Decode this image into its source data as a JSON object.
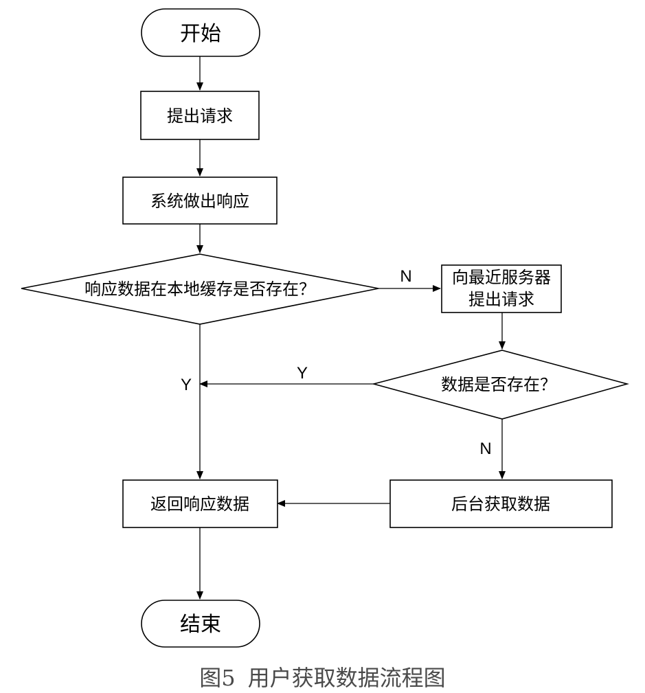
{
  "nodes": {
    "start": "开始",
    "request": "提出请求",
    "respond": "系统做出响应",
    "cache_check": "响应数据在本地缓存是否存在？",
    "nearest_server_line1": "向最近服务器",
    "nearest_server_line2": "提出请求",
    "data_exists": "数据是否存在？",
    "backend_fetch": "后台获取数据",
    "return_data": "返回响应数据",
    "end": "结束"
  },
  "edges": {
    "cache_no": "N",
    "cache_yes": "Y",
    "data_yes": "Y",
    "data_no": "N"
  },
  "caption": {
    "figure_label": "图5",
    "title": "用户获取数据流程图"
  }
}
